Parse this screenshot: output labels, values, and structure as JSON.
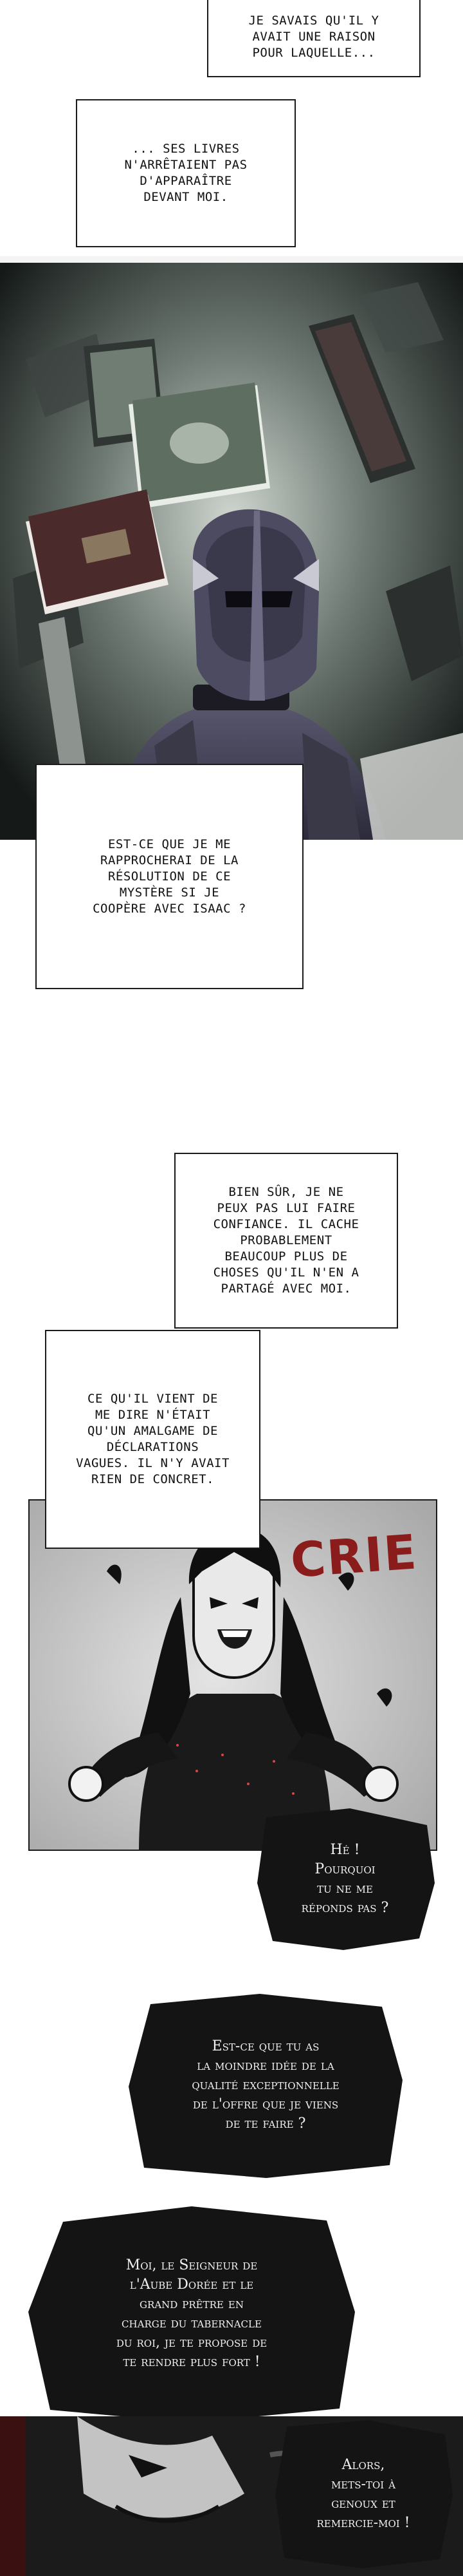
{
  "captions": {
    "c1": "JE SAVAIS QU'IL Y\nAVAIT UNE RAISON\nPOUR LAQUELLE...",
    "c2": "... SES LIVRES\nN'ARRÊTAIENT PAS\nD'APPARAÎTRE\nDEVANT MOI.",
    "c3": "EST-CE QUE JE ME\nRAPPROCHERAI DE LA\nRÉSOLUTION DE CE\nMYSTÈRE SI JE\nCOOPÈRE AVEC ISAAC ?",
    "c4": "BIEN SÛR, JE NE\nPEUX PAS LUI FAIRE\nCONFIANCE. IL CACHE\nPROBABLEMENT\nBEAUCOUP PLUS DE\nCHOSES QU'IL N'EN A\nPARTAGÉ AVEC MOI.",
    "c5": "CE QU'IL VIENT DE\nME DIRE N'ÉTAIT\nQU'UN AMALGAME DE\nDÉCLARATIONS\nVAGUES. IL N'Y AVAIT\nRIEN DE CONCRET."
  },
  "sfx": {
    "scream": "CRIE"
  },
  "bubbles": {
    "b1": "Hé !\nPourquoi\ntu ne me\nréponds pas ?",
    "b2": "Est-ce que tu as\nla moindre idée de la\nqualité exceptionnelle\nde l'offre que je viens\nde te faire ?",
    "b3": "Moi, le Seigneur de\nl'Aube Dorée et le\ngrand prêtre en\ncharge du tabernacle\ndu roi, je te propose de\nte rendre plus fort !",
    "b4": "Alors,\nmets-toi à\ngenoux et\nremercie-moi !"
  },
  "colors": {
    "sfx_red": "#8a1c1c",
    "bubble_dark": "#141414",
    "panel_grey": "#cfcfcf"
  }
}
